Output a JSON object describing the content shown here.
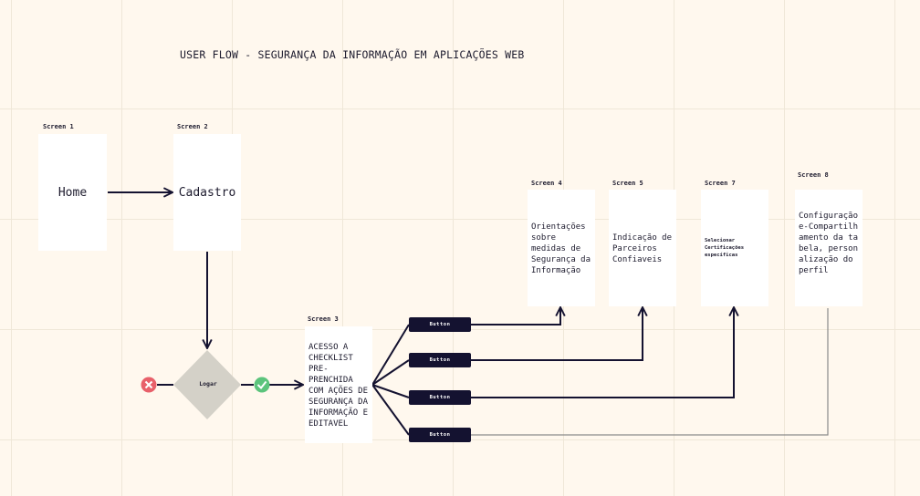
{
  "title": "USER FLOW - SEGURANÇA DA INFORMAÇÃO EM APLICAÇÕES WEB",
  "screens": {
    "s1": {
      "label": "Screen 1",
      "text": "Home"
    },
    "s2": {
      "label": "Screen 2",
      "text": "Cadastro"
    },
    "s3": {
      "label": "Screen 3",
      "text": "ACESSO A CHECKLIST PRE-PRENCHIDA COM AÇÕES DE SEGURANÇA DA INFORMAÇÃO E EDITAVEL"
    },
    "s4": {
      "label": "Screen 4",
      "text": "Orientações sobre medidas de Segurança da Informação"
    },
    "s5": {
      "label": "Screen 5",
      "text": "Indicação de Parceiros Confiaveis"
    },
    "s7": {
      "label": "Screen 7",
      "text": "Selecionar Certificações específicas"
    },
    "s8": {
      "label": "Screen 8",
      "text": "Configuração e-Compartilhamento da tabela, personalização do perfil"
    }
  },
  "decision": {
    "label": "Logar"
  },
  "buttons": [
    "Button",
    "Button",
    "Button",
    "Button"
  ],
  "colors": {
    "background": "#fff8ee",
    "button": "#141230",
    "success": "#5cc47c",
    "error": "#e8606a",
    "decision": "#d4d1c8",
    "connector": "#141230",
    "connector_muted": "#8a8a8a"
  },
  "icons": {
    "error": "x-circle-icon",
    "success": "check-circle-icon"
  }
}
